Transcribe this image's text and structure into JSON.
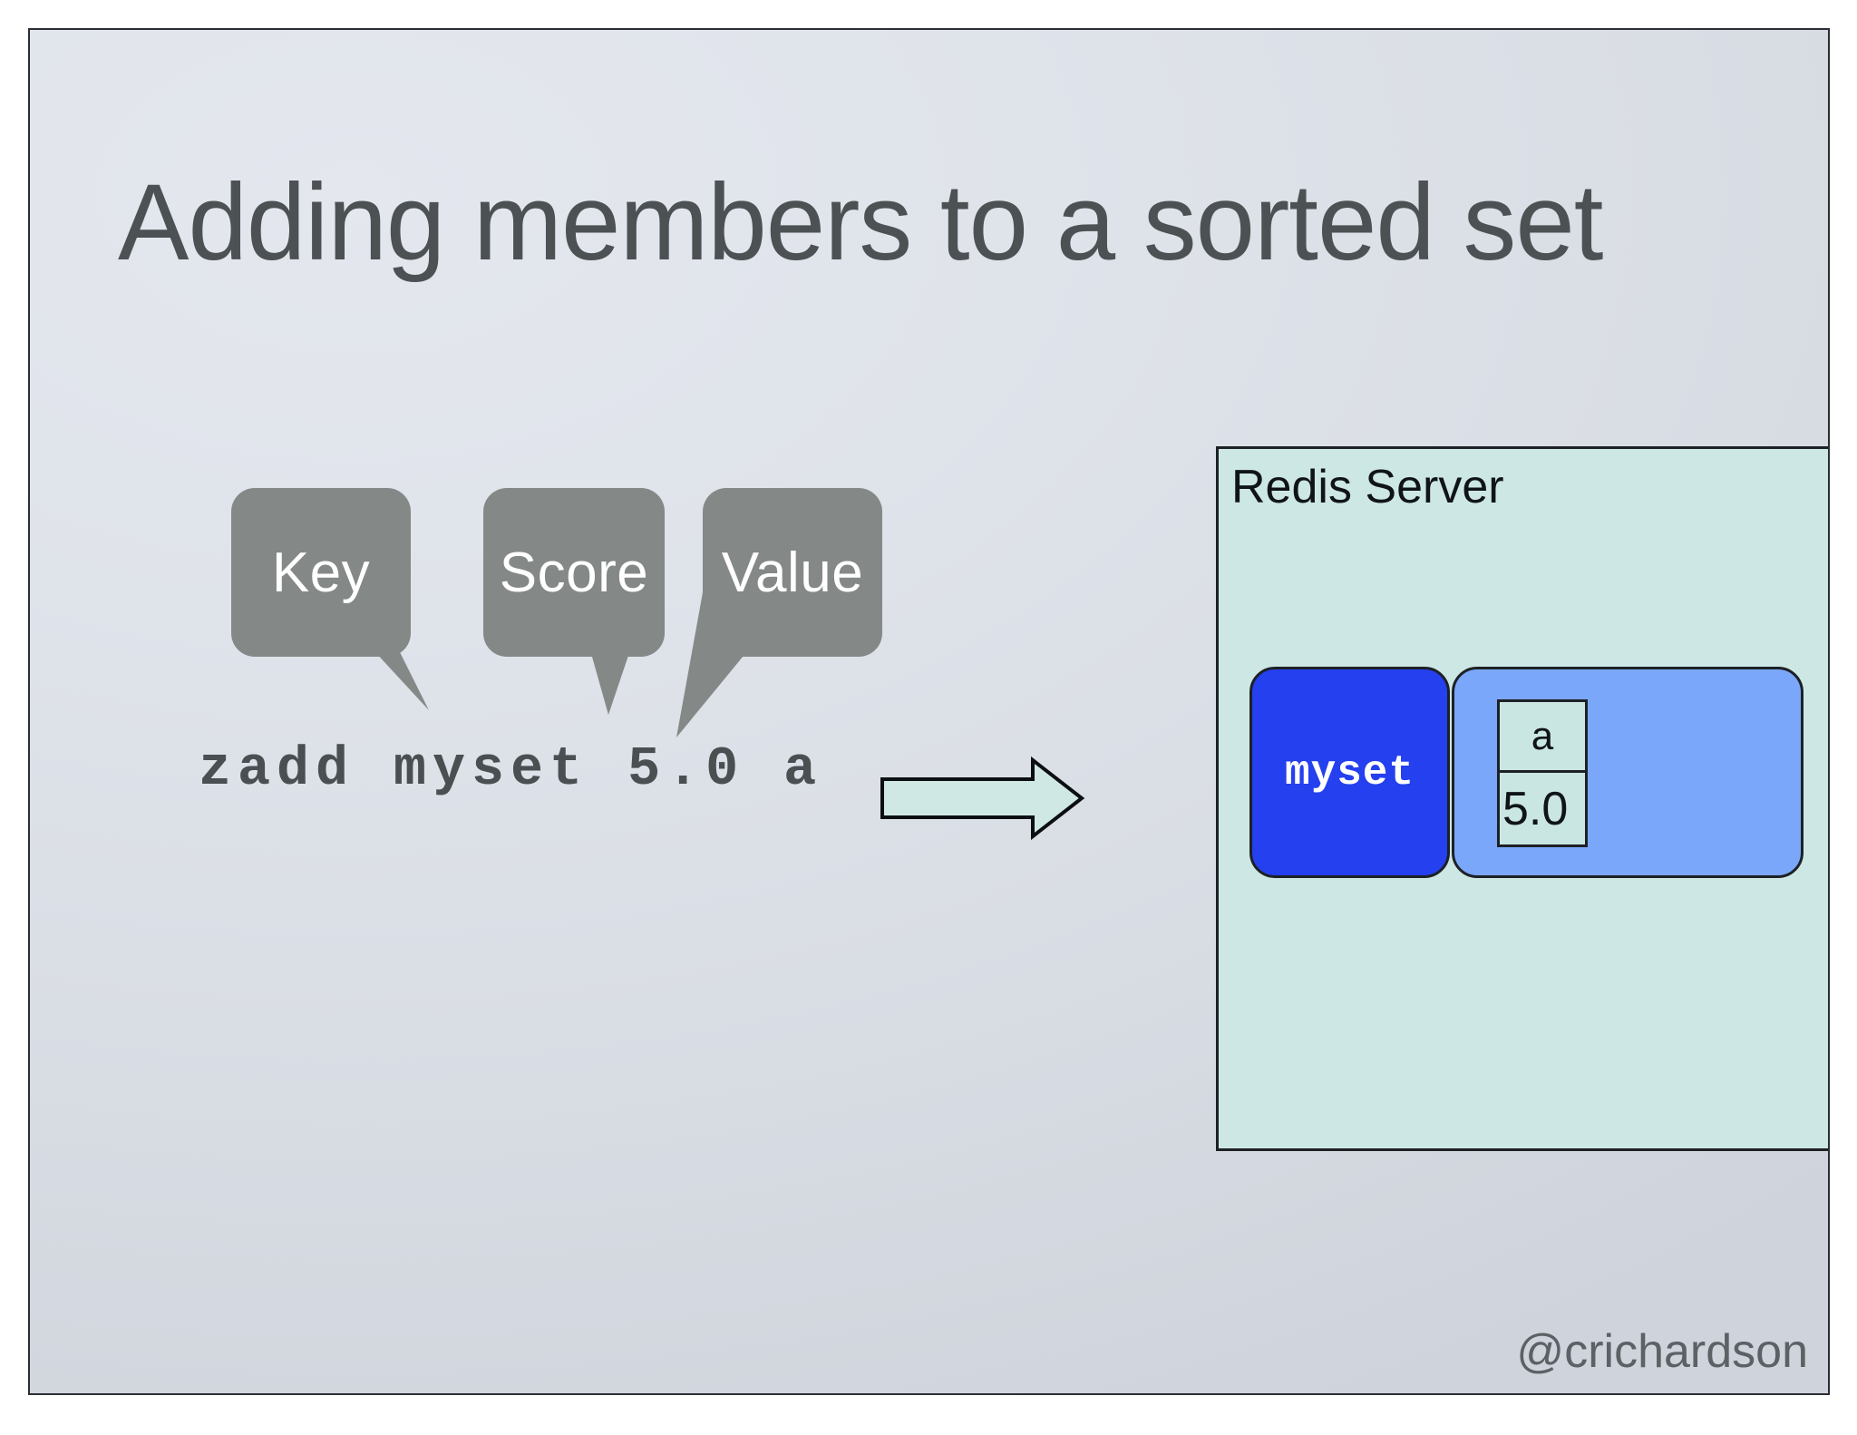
{
  "slide": {
    "title": "Adding members to a sorted set",
    "watermark": "@crichardson",
    "background_color": "#dfe3ea",
    "border_color": "#2b2f33",
    "title_color": "#4c5154"
  },
  "callouts": {
    "bubble_fill": "#848987",
    "bubble_text_color": "#ffffff",
    "items": [
      {
        "label": "Key",
        "name": "callout-key"
      },
      {
        "label": "Score",
        "name": "callout-score"
      },
      {
        "label": "Value",
        "name": "callout-value"
      }
    ]
  },
  "command": {
    "text": "zadd myset 5.0 a",
    "color": "#4a4f52"
  },
  "arrow": {
    "direction": "right",
    "fill": "#cfe8e4",
    "stroke": "#0c0f12"
  },
  "redis_server": {
    "label": "Redis Server",
    "background": "#cde8e4",
    "border": "#1d2125",
    "key_box": {
      "label": "myset",
      "background": "#2440ef",
      "text_color": "#ffffff"
    },
    "value_box": {
      "background": "#7ba7fb",
      "members": [
        {
          "value": "a",
          "score": "5.0",
          "cell_background": "#c9e6e3",
          "cell_border": "#1d2125"
        }
      ]
    }
  }
}
